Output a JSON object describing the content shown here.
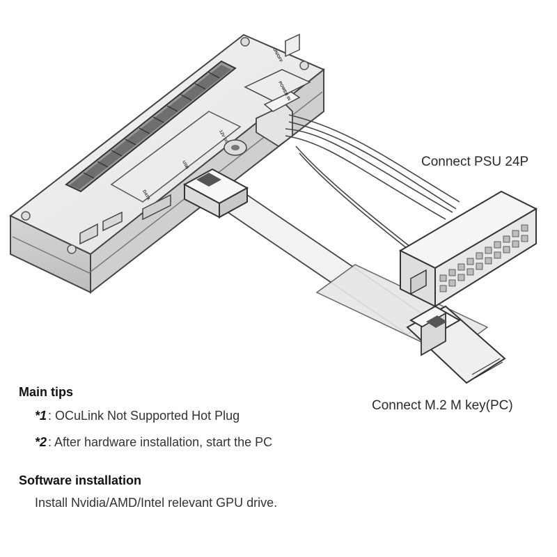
{
  "callouts": {
    "psu": "Connect PSU 24P",
    "m2": "Connect M.2 M key(PC)"
  },
  "board_labels": {
    "power_in": "POWER IN",
    "dc": "12V DC",
    "usb": "USB",
    "data": "DATA",
    "on_off": "ON/OFF"
  },
  "main_tips": {
    "title": "Main tips",
    "items": [
      {
        "mark": "*1",
        "text": ":  OCuLink Not Supported Hot Plug"
      },
      {
        "mark": "*2",
        "text": ":  After hardware installation, start the PC"
      }
    ]
  },
  "software": {
    "title": "Software installation",
    "text": "Install Nvidia/AMD/Intel relevant GPU drive."
  }
}
